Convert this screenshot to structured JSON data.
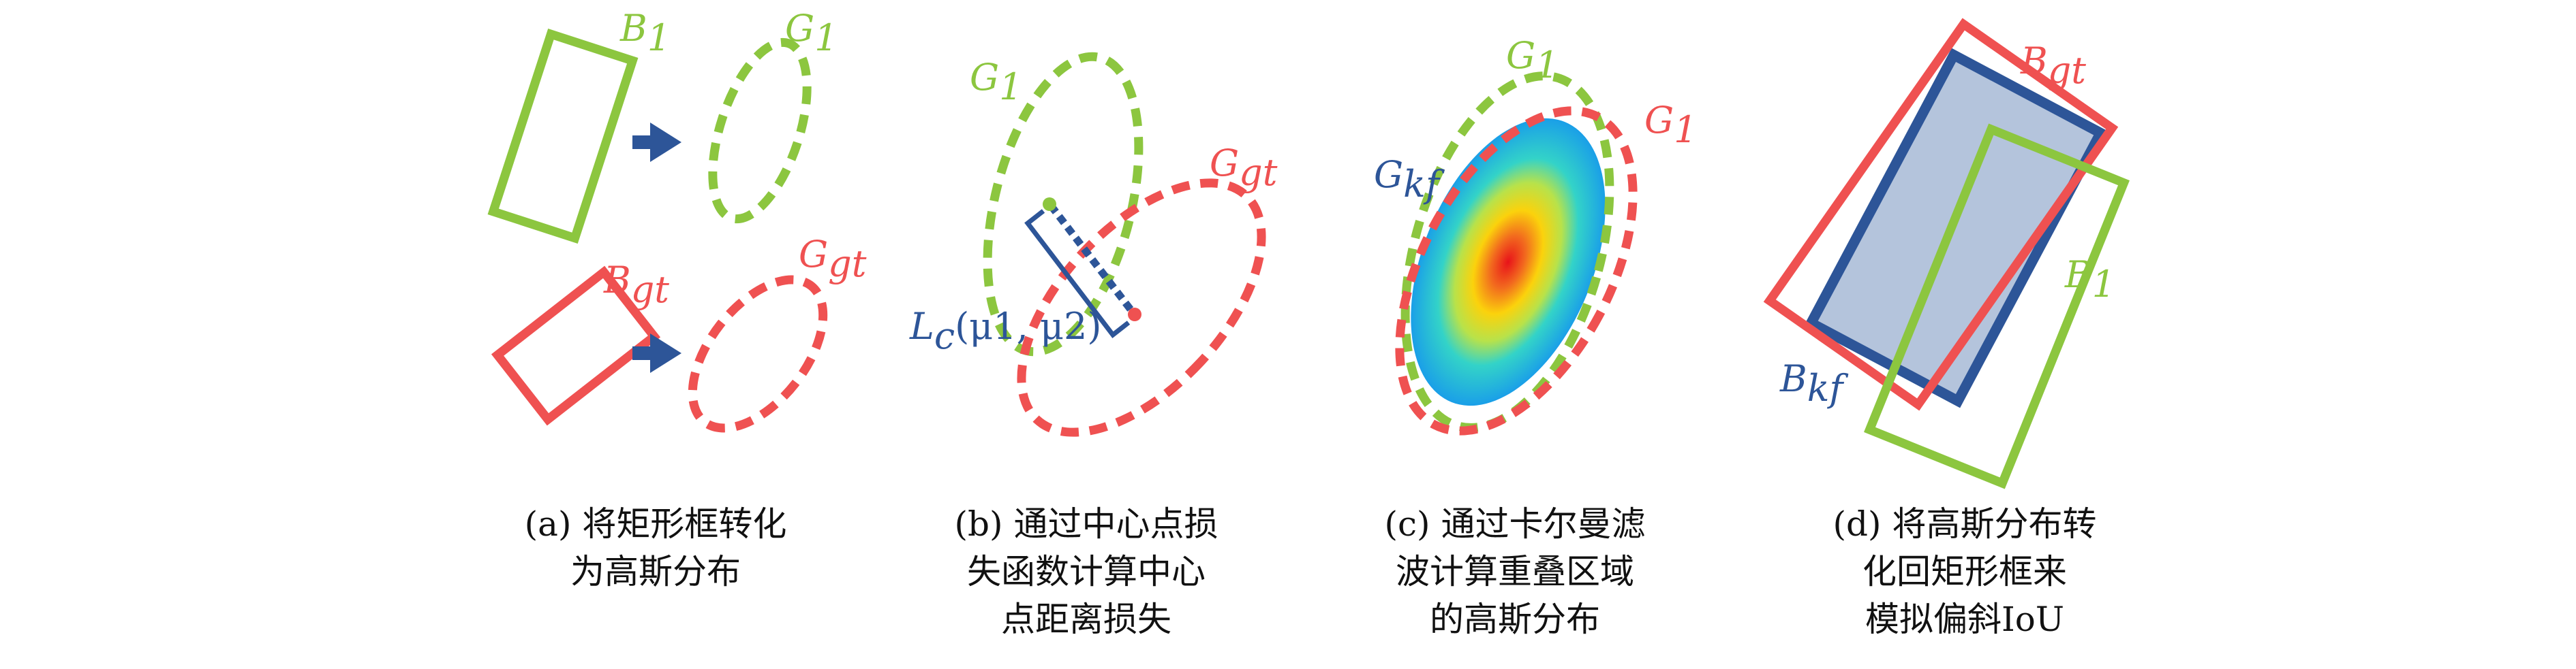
{
  "colors": {
    "green": "#8cc63f",
    "red": "#ef5151",
    "blue": "#2d5598",
    "overlap_fill": "#b4c4dc"
  },
  "panel_a": {
    "b1": {
      "main": "B",
      "sub": "1"
    },
    "g1": {
      "main": "G",
      "sub": "1"
    },
    "bgt": {
      "main": "B",
      "sub": "gt"
    },
    "ggt": {
      "main": "G",
      "sub": "gt"
    },
    "caption": [
      "(a) 将矩形框转化",
      "为高斯分布"
    ]
  },
  "panel_b": {
    "g1": {
      "main": "G",
      "sub": "1"
    },
    "ggt": {
      "main": "G",
      "sub": "gt"
    },
    "lc": {
      "main": "L",
      "sub": "c",
      "rest": "(μ1, μ2)"
    },
    "caption": [
      "(b) 通过中心点损",
      "失函数计算中心",
      "点距离损失"
    ]
  },
  "panel_c": {
    "g1_top": {
      "main": "G",
      "sub": "1"
    },
    "g1_right": {
      "main": "G",
      "sub": "1"
    },
    "gkf": {
      "main": "G",
      "sub": "kf"
    },
    "caption": [
      "(c) 通过卡尔曼滤",
      "波计算重叠区域",
      "的高斯分布"
    ]
  },
  "panel_d": {
    "bgt": {
      "main": "B",
      "sub": "gt"
    },
    "b1": {
      "main": "B",
      "sub": "1"
    },
    "bkf": {
      "main": "B",
      "sub": "kf"
    },
    "caption": [
      "(d) 将高斯分布转",
      "化回矩形框来",
      "模拟偏斜IoU"
    ]
  }
}
